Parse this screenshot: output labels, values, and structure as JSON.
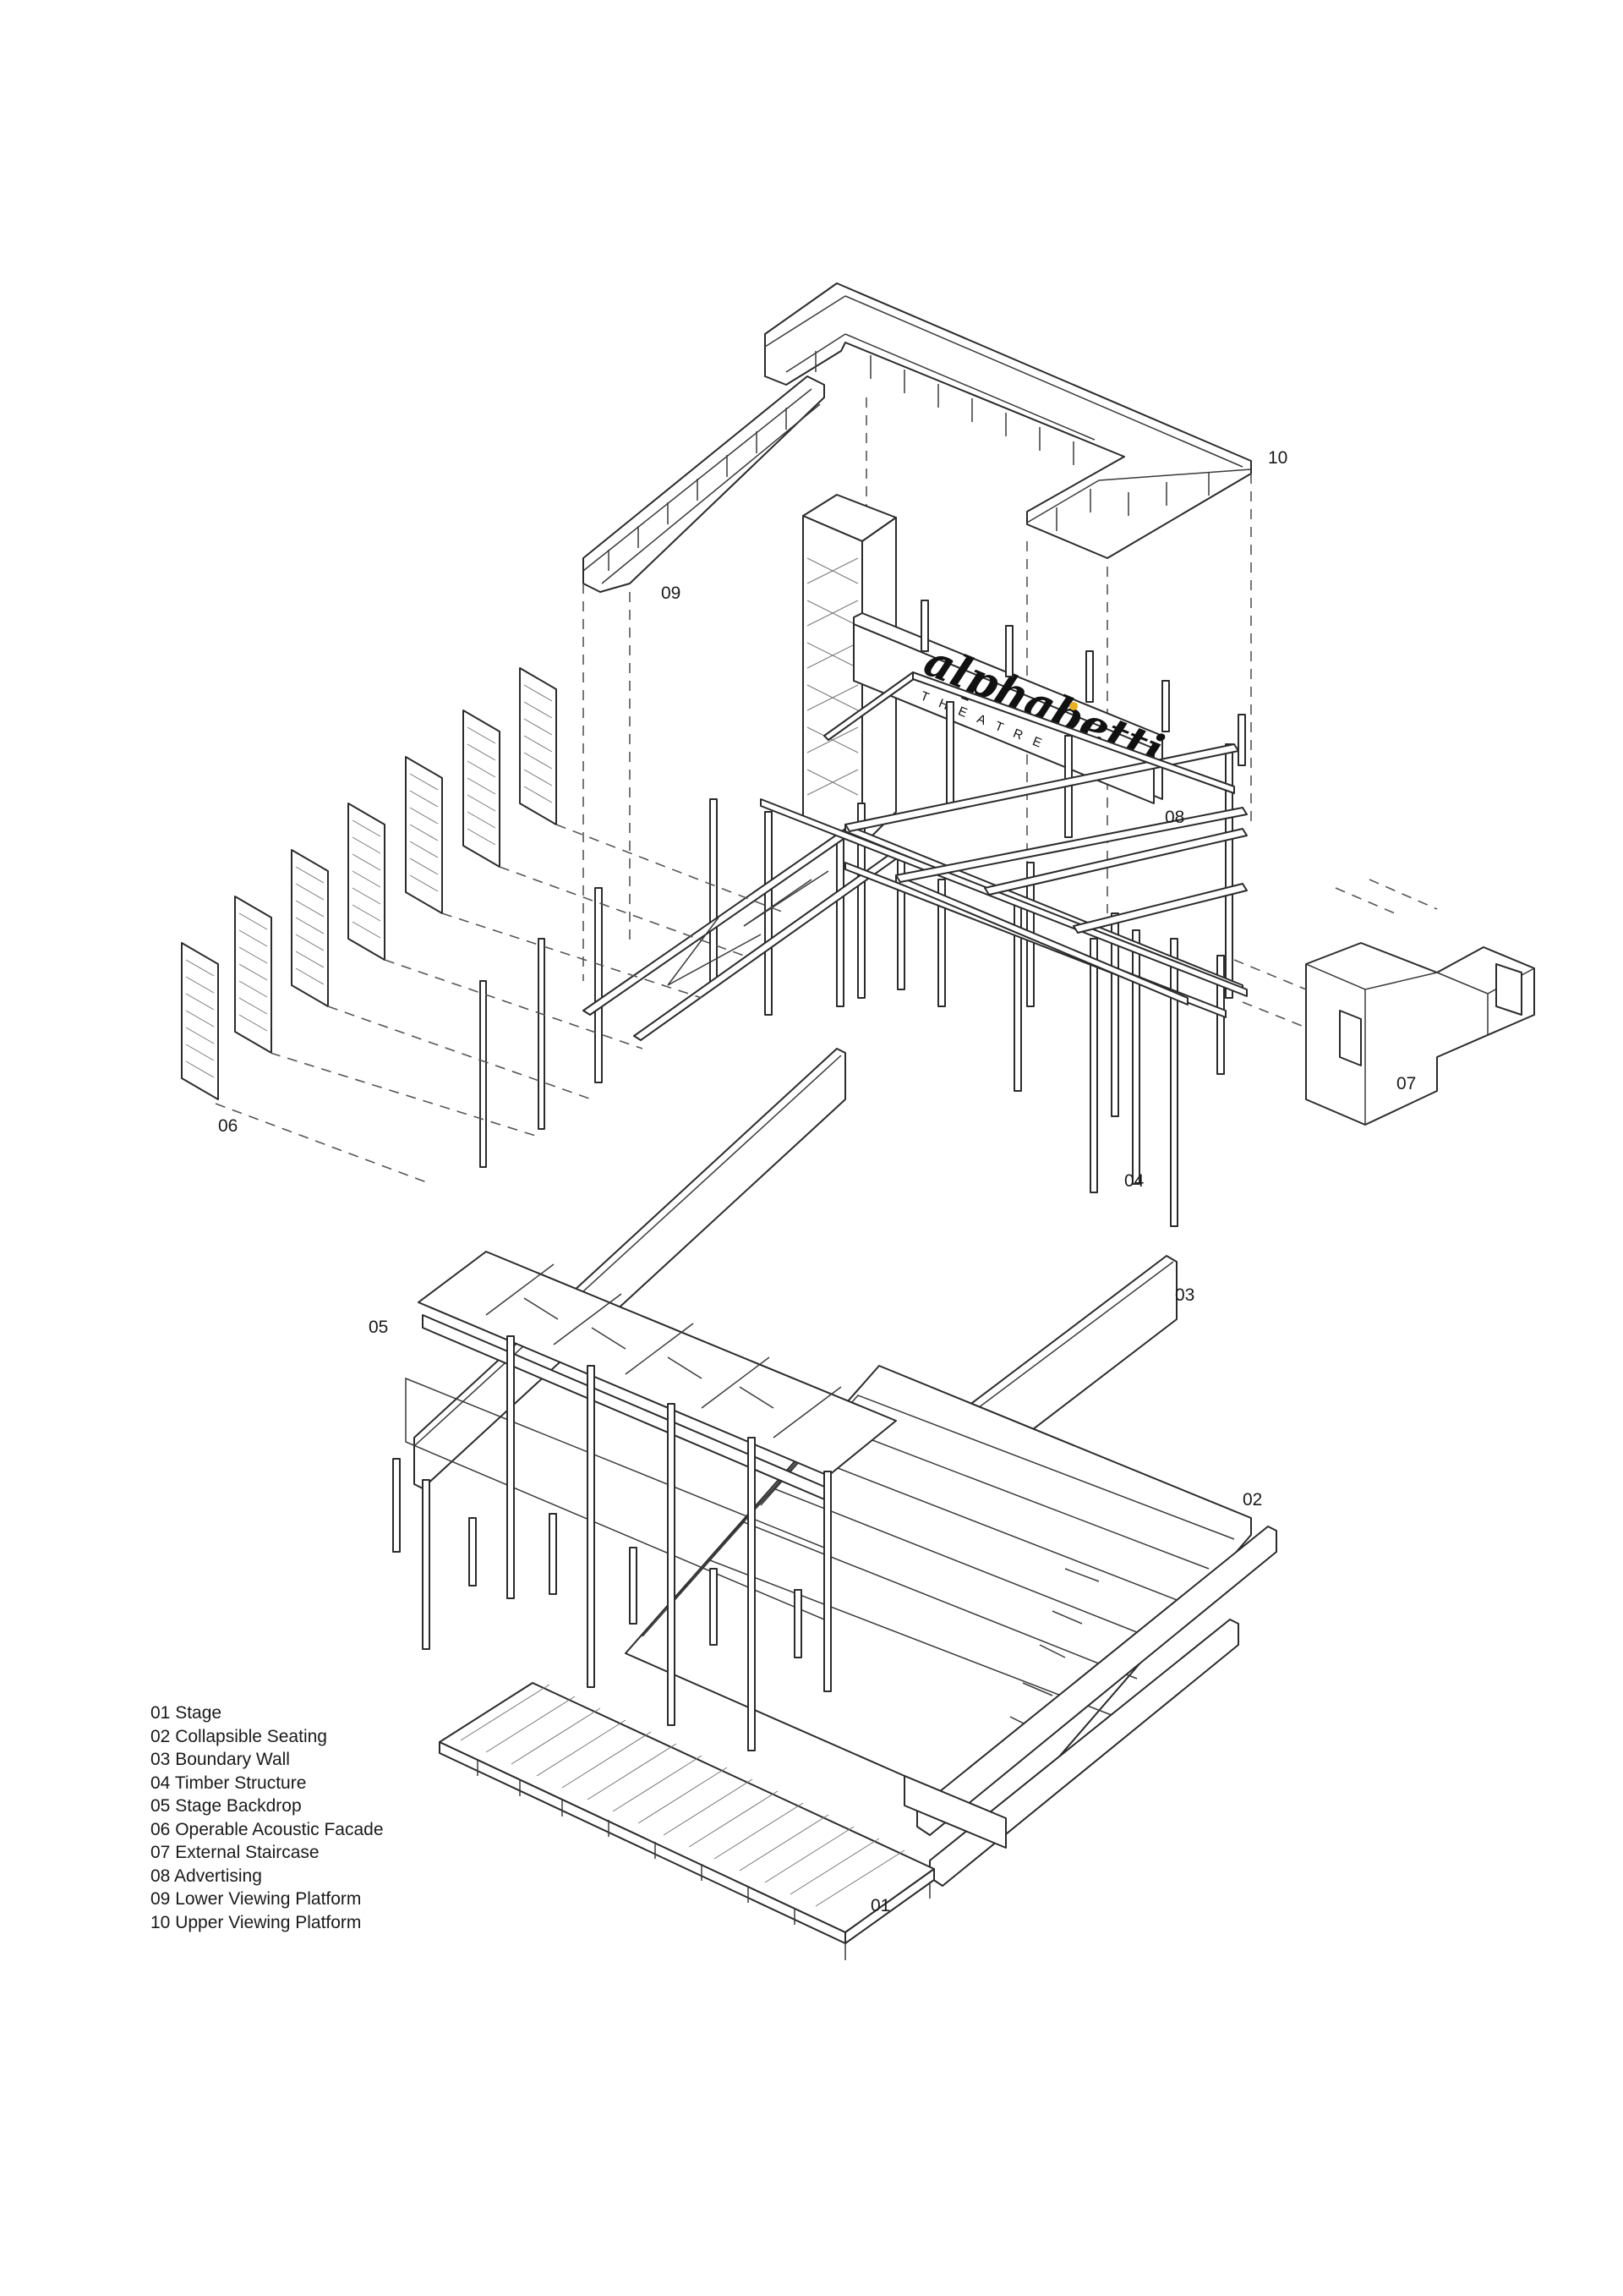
{
  "callouts": {
    "c01": "01",
    "c02": "02",
    "c03": "03",
    "c04": "04",
    "c05": "05",
    "c06": "06",
    "c07": "07",
    "c08": "08",
    "c09": "09",
    "c10": "10"
  },
  "legend": [
    "01 Stage",
    "02 Collapsible Seating",
    "03 Boundary Wall",
    "04 Timber Structure",
    "05 Stage Backdrop",
    "06 Operable Acoustic Facade",
    "07 External Staircase",
    "08 Advertising",
    "09 Lower Viewing Platform",
    "10 Upper Viewing Platform"
  ],
  "sign": {
    "brand": "alphabetti",
    "subtitle": "THEATRE"
  },
  "colors": {
    "line": "#2b2b2b",
    "accent_dot": "#e8b020",
    "background": "#ffffff"
  }
}
